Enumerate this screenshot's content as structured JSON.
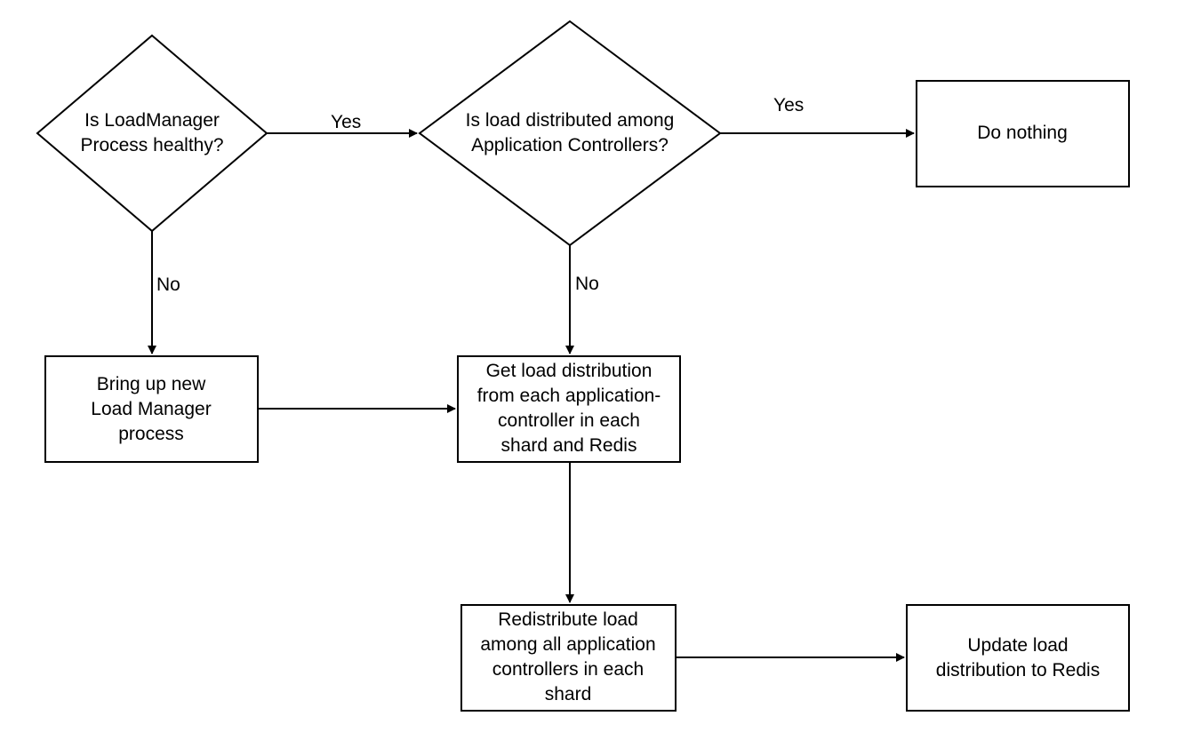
{
  "nodes": {
    "q_healthy": "Is LoadManager\nProcess healthy?",
    "q_distributed": "Is load distributed among\nApplication Controllers?",
    "do_nothing": "Do nothing",
    "bring_up": "Bring up new\nLoad Manager\nprocess",
    "get_load": "Get load distribution\nfrom each application-\ncontroller in each\nshard and Redis",
    "redistribute": "Redistribute load\namong all application\ncontrollers in each\nshard",
    "update_redis": "Update load\ndistribution to Redis"
  },
  "edges": {
    "healthy_yes": "Yes",
    "healthy_no": "No",
    "distributed_yes": "Yes",
    "distributed_no": "No"
  }
}
